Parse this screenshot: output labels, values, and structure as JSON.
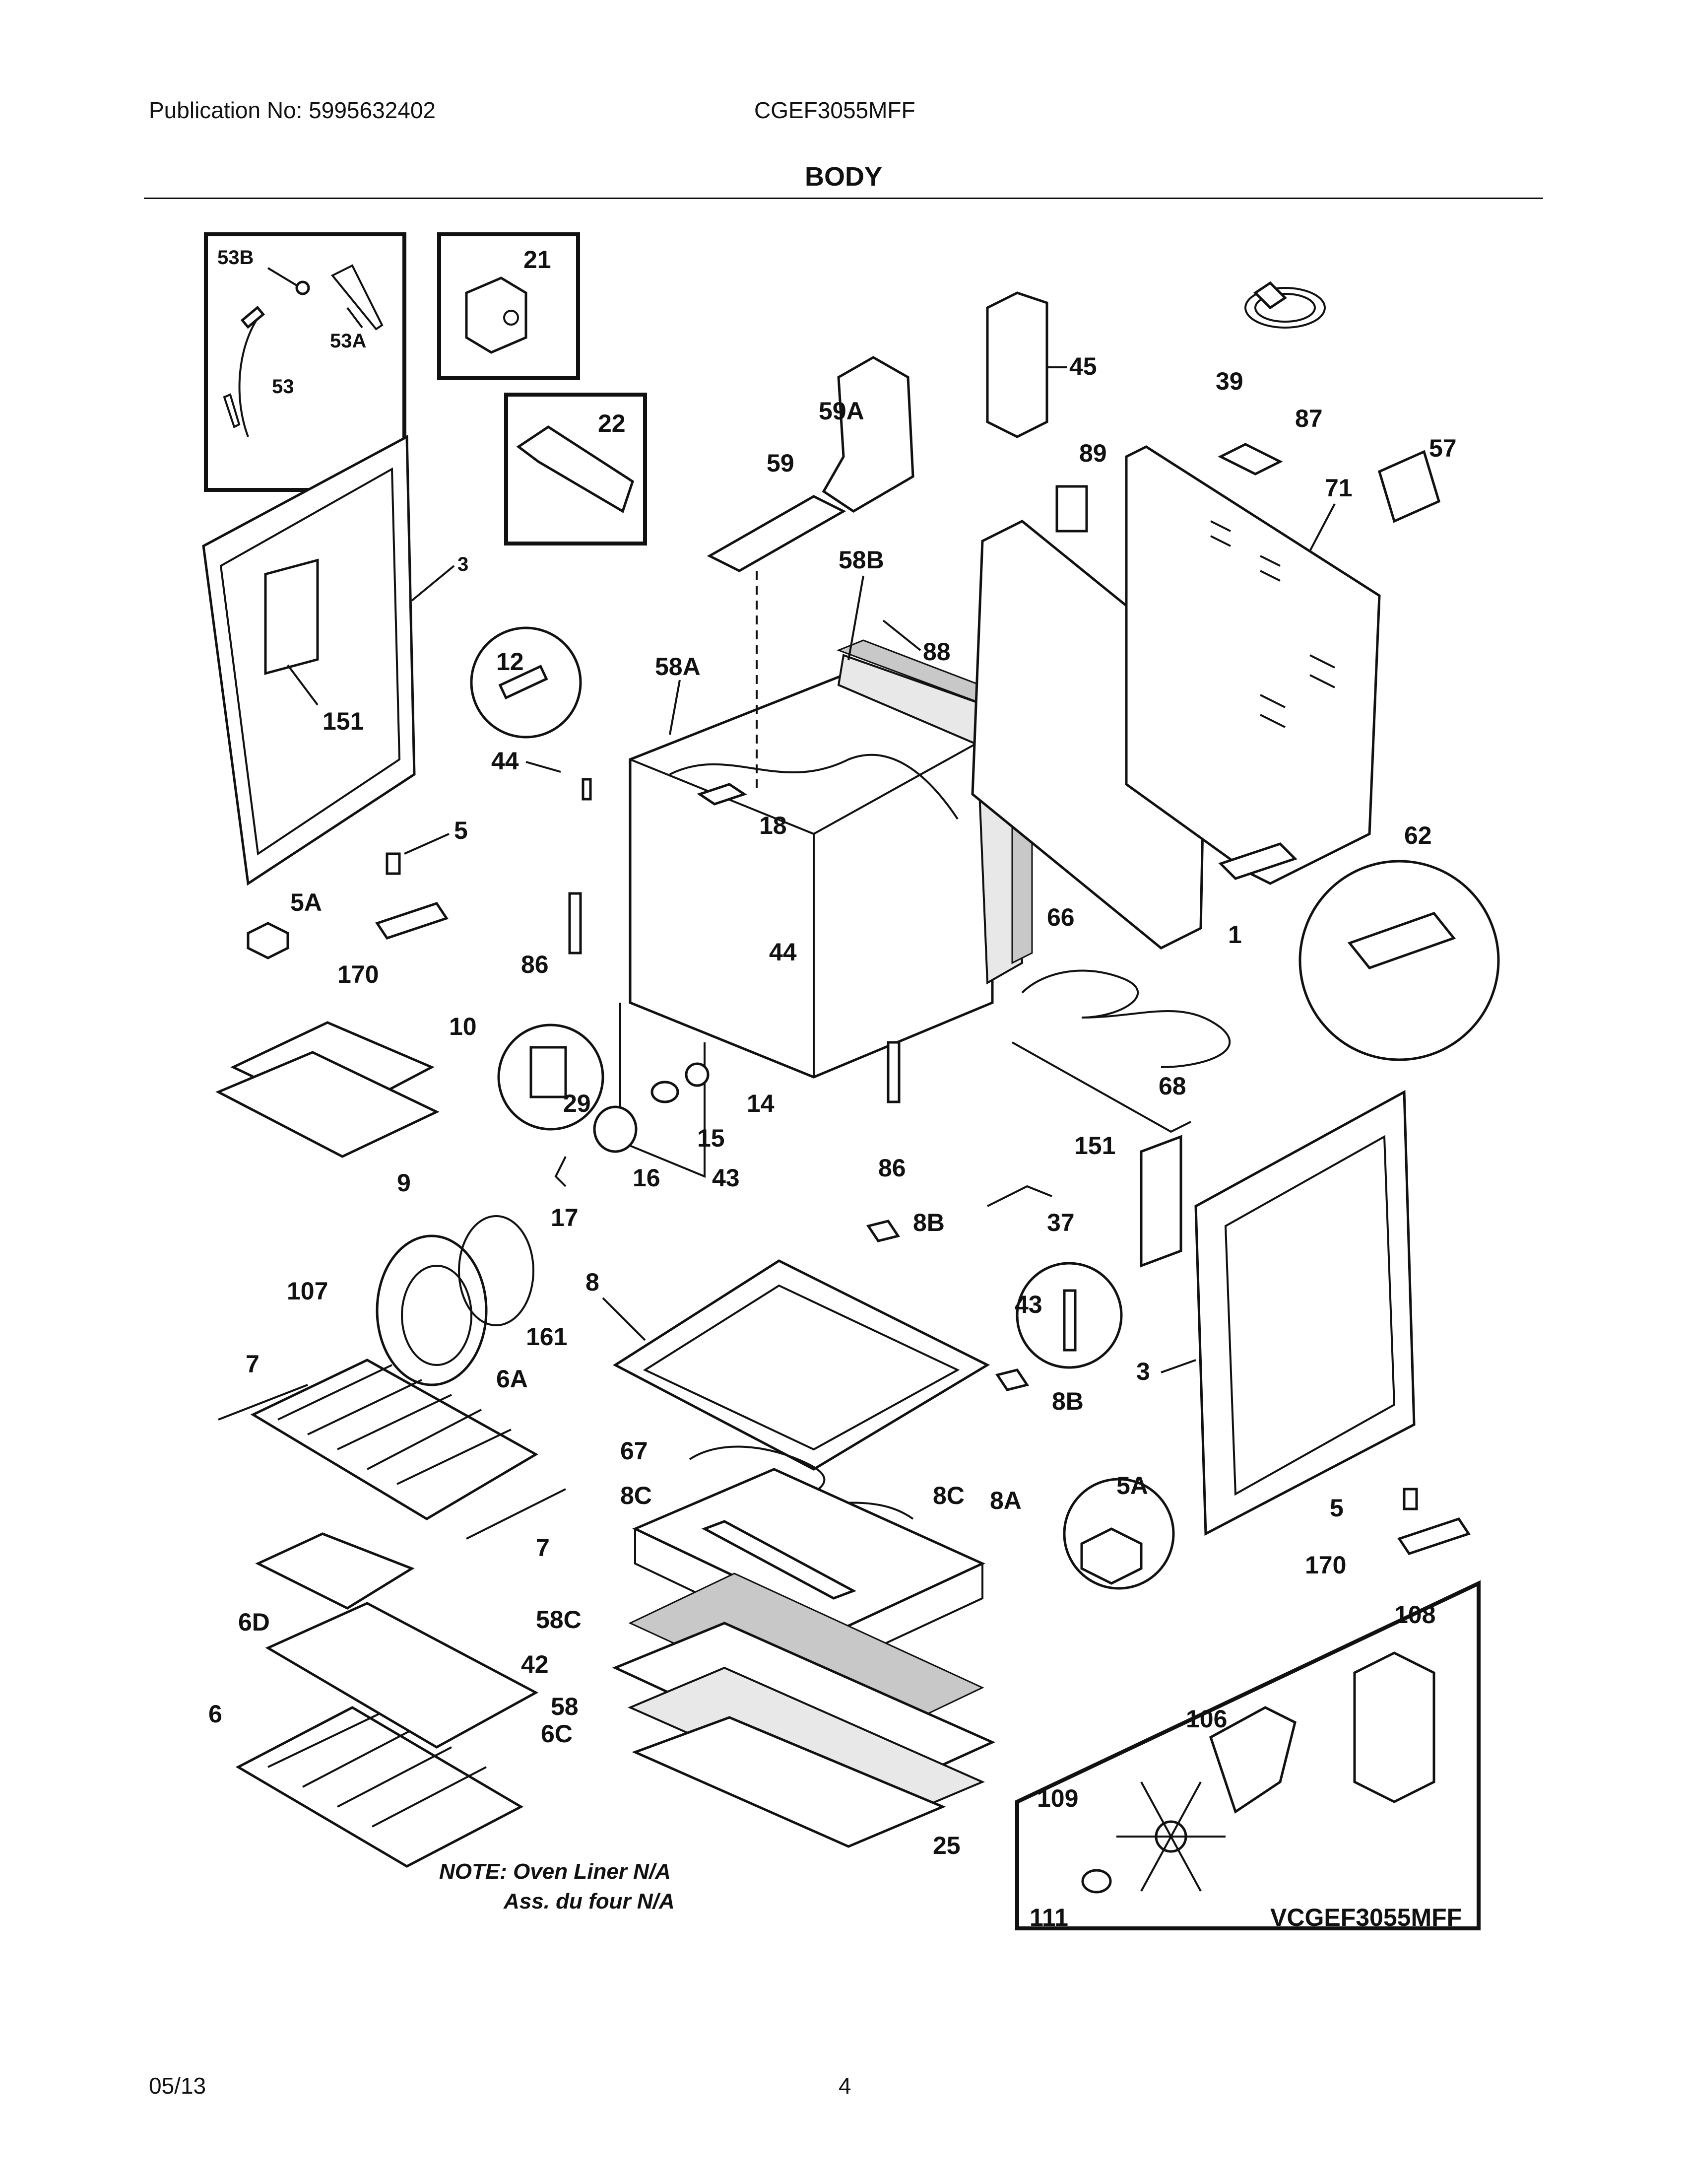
{
  "header": {
    "publication": "Publication No: 5995632402",
    "model": "CGEF3055MFF",
    "section": "BODY"
  },
  "labels": {
    "p53B": "53B",
    "p53A": "53A",
    "p53": "53",
    "p21": "21",
    "p22": "22",
    "p3a": "3",
    "p151a": "151",
    "p5a": "5",
    "p5Aa": "5A",
    "p170a": "170",
    "p12": "12",
    "p44a": "44",
    "p58A": "58A",
    "p18": "18",
    "p86a": "86",
    "p44b": "44",
    "p59": "59",
    "p59A": "59A",
    "p45": "45",
    "p58B": "58B",
    "p88": "88",
    "p89": "89",
    "p39": "39",
    "p87": "87",
    "p57": "57",
    "p71": "71",
    "p62": "62",
    "p1": "1",
    "p66": "66",
    "p68": "68",
    "p10": "10",
    "p9": "9",
    "p29": "29",
    "p14": "14",
    "p15": "15",
    "p16": "16",
    "p17": "17",
    "p43a": "43",
    "p86b": "86",
    "p8B_top": "8B",
    "p37": "37",
    "p151b": "151",
    "p43b": "43",
    "p8B_bot": "8B",
    "p3b": "3",
    "p107": "107",
    "p161": "161",
    "p8": "8",
    "p7a": "7",
    "p6A": "6A",
    "p7b": "7",
    "p67": "67",
    "p8C_l": "8C",
    "p8C_r": "8C",
    "p8A": "8A",
    "p5Ab": "5A",
    "p5b": "5",
    "p170b": "170",
    "p6D": "6D",
    "p58C": "58C",
    "p42": "42",
    "p58": "58",
    "p6": "6",
    "p6C": "6C",
    "p25": "25",
    "p108": "108",
    "p106": "106",
    "p109": "109",
    "p111": "111"
  },
  "note": {
    "line1": "NOTE: Oven Liner N/A",
    "line2": "Ass. du four N/A"
  },
  "inset_model": "VCGEF3055MFF",
  "footer": {
    "date": "05/13",
    "page": "4"
  }
}
